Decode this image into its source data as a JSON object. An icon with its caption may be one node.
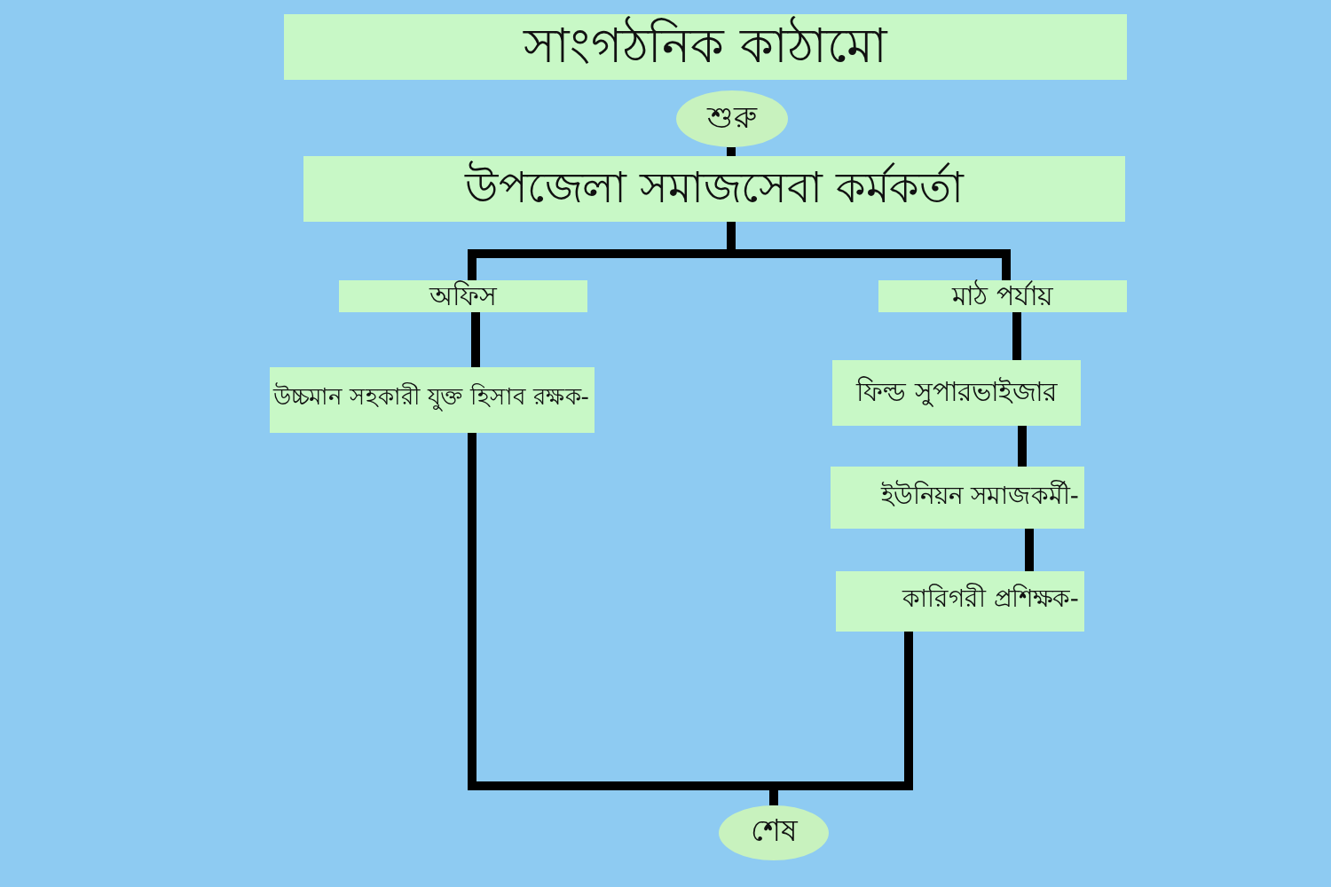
{
  "diagram": {
    "nodes": [
      {
        "text": [
          "সাংগঠনিক কাঠামো"
        ]
      },
      {
        "text": [
          "শুরু"
        ]
      },
      {
        "text": [
          "উপজেলা সমাজসেবা কর্মকর্তা"
        ]
      },
      {
        "text": [
          "অফিস"
        ]
      },
      {
        "text": [
          "মাঠ পর্যায়"
        ]
      },
      {
        "text": [
          "উচ্চমান সহকারী যুক্ত হিসাব রক্ষক-"
        ]
      },
      {
        "text": [
          "ফিল্ড সুপারভাইজার"
        ]
      },
      {
        "text": [
          "ইউনিয়ন সমাজকর্মী-"
        ]
      },
      {
        "text": [
          "কারিগরী প্রশিক্ষক-"
        ]
      },
      {
        "text": [
          "শেষ"
        ]
      }
    ],
    "edges": [
      {
        "from": 1,
        "to": 2,
        "arrow": "none"
      },
      {
        "from": 2,
        "to": 3,
        "arrow": "none"
      },
      {
        "from": 2,
        "to": 4,
        "arrow": "none"
      },
      {
        "from": 3,
        "to": 5,
        "arrow": "none"
      },
      {
        "from": 4,
        "to": 6,
        "arrow": "none"
      },
      {
        "from": 6,
        "to": 7,
        "arrow": "none"
      },
      {
        "from": 7,
        "to": 8,
        "arrow": "none"
      },
      {
        "from": 5,
        "to": 9,
        "arrow": "none"
      },
      {
        "from": 8,
        "to": 9,
        "arrow": "none"
      }
    ]
  }
}
